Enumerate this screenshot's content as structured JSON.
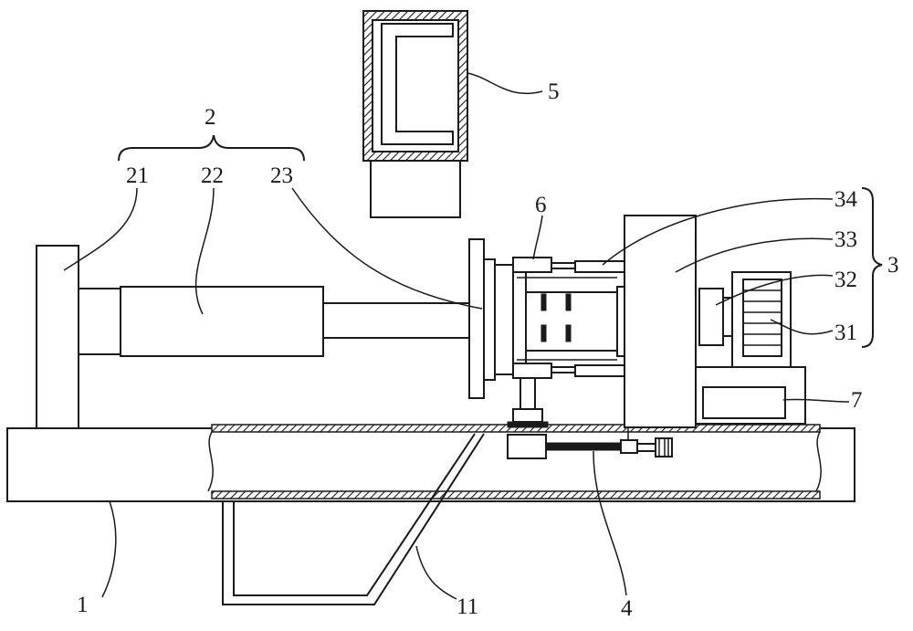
{
  "figure": {
    "labels": {
      "l1": "1",
      "l2": "2",
      "l21": "21",
      "l22": "22",
      "l23": "23",
      "l3": "3",
      "l31": "31",
      "l32": "32",
      "l33": "33",
      "l34": "34",
      "l4": "4",
      "l5": "5",
      "l6": "6",
      "l7": "7",
      "l11": "11"
    }
  }
}
